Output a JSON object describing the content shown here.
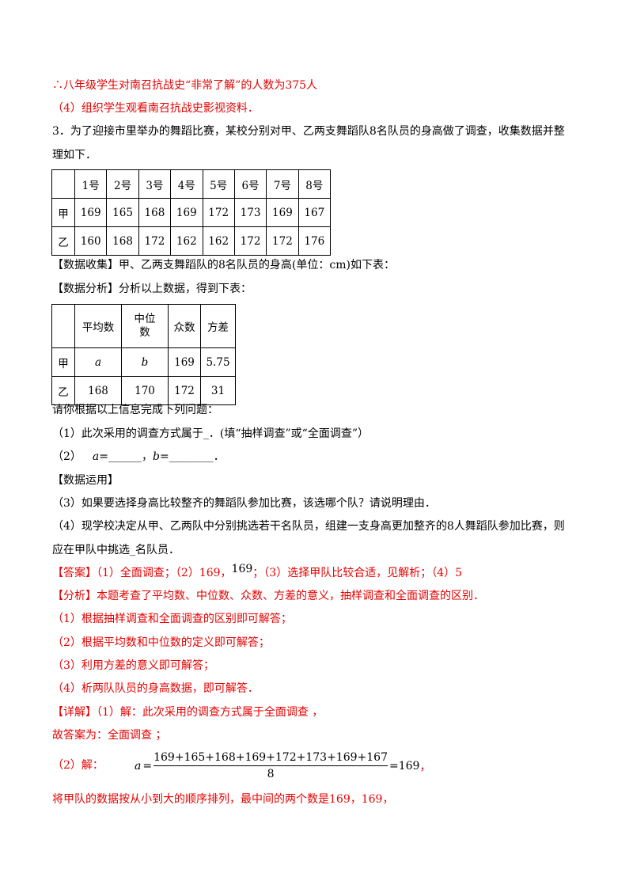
{
  "lines": {
    "l1": "∴八年级学生对南召抗战史“非常了解”的人数为375人",
    "l2": "（4）组织学生观看南召抗战史影视资料．",
    "q3a": "3．为了迎接市里举办的舞蹈比赛，某校分别对甲、乙两支舞蹈队8名队员的身高做了调查，收集数据并整",
    "q3b": "理如下．",
    "collect": "【数据收集】甲、乙两支舞蹈队的8名队员的身高(单位：cm)如下表：",
    "analyze": "【数据分析】分析以上数据，得到下表：",
    "prompt": "请你根据以上信息完成下列问题：",
    "p1": "（1）此次采用的调查方式属于_．(填“抽样调查”或“全面调查”）",
    "p2_prefix": "（2）",
    "p2_a": "a",
    "p2_mid": "=______，",
    "p2_b": "b",
    "p2_end": "=________．",
    "use": "【数据运用】",
    "p3": "（3）如果要选择身高比较整齐的舞蹈队参加比赛，该选哪个队？请说明理由．",
    "p4a": "（4）现学校决定从甲、乙两队中分别挑选若干名队员，组建一支身高更加整齐的8人舞蹈队参加比赛，则",
    "p4b": "应在甲队中挑选_名队员．",
    "ans_tag": "【答案】",
    "ans_1": "（1）全面调查；（2）169，",
    "ans_sup": "169",
    "ans_2": "；（3）选择甲队比较合适，见解析；（4）5",
    "ana": "【分析】本题考查了平均数、中位数、众数、方差的意义，抽样调查和全面调查的区别．",
    "a1": "（1）根据抽样调查和全面调查的区别即可解答；",
    "a2": "（2）根据平均数和中位数的定义即可解答；",
    "a3": "（3）利用方差的意义即可解答；",
    "a4": "（4）析两队队员的身高数据，即可解答．",
    "det": "【详解】（1）解：此次采用的调查方式属于全面调查 ，",
    "det2": "故答案为：全面调查 ；",
    "sol_prefix": "（2）解：",
    "sol_a": "a",
    "sol_num": "169+165+168+169+172+173+169+167",
    "sol_den": "8",
    "sol_res": "=169",
    "sol_comma": "，",
    "last": "将甲队的数据按从小到大的顺序排列，最中间的两个数是169，169，"
  },
  "table1": {
    "headers": [
      "",
      "1号",
      "2号",
      "3号",
      "4号",
      "5号",
      "6号",
      "7号",
      "8号"
    ],
    "rows": [
      [
        "甲",
        "169",
        "165",
        "168",
        "169",
        "172",
        "173",
        "169",
        "167"
      ],
      [
        "乙",
        "160",
        "168",
        "172",
        "162",
        "162",
        "172",
        "172",
        "176"
      ]
    ]
  },
  "table2": {
    "headers": [
      "",
      "平均数",
      "中位\n数",
      "众数",
      "方差"
    ],
    "rows": [
      [
        "甲",
        "a",
        "b",
        "169",
        "5.75"
      ],
      [
        "乙",
        "168",
        "170",
        "172",
        "31"
      ]
    ]
  },
  "colors": {
    "red": "#e60000",
    "black": "#000000"
  }
}
